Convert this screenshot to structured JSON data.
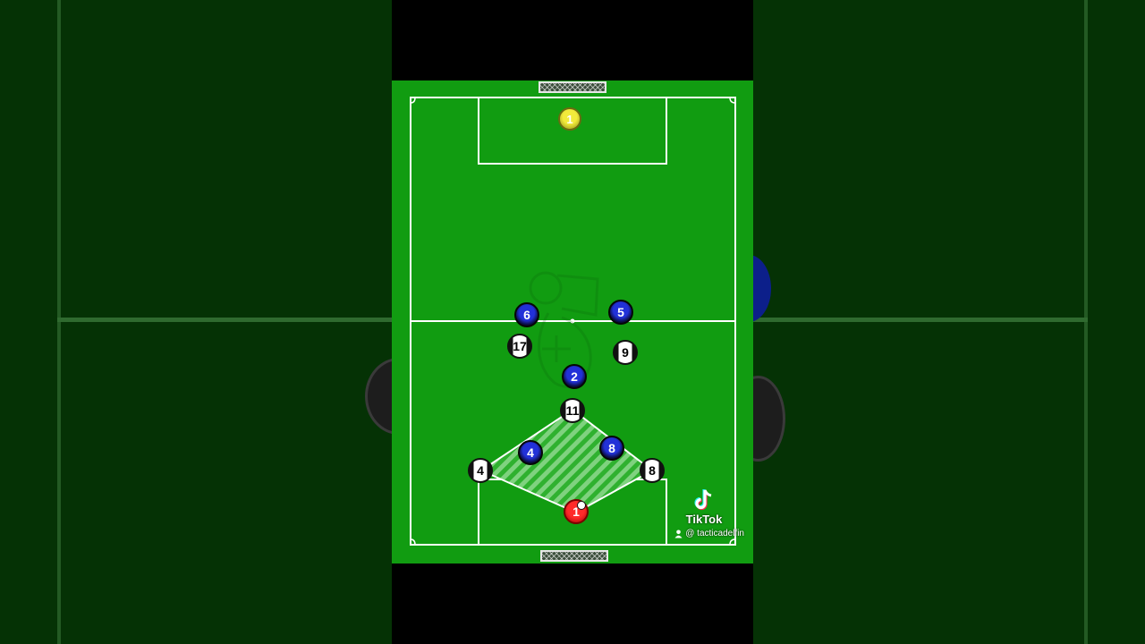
{
  "screen": {
    "left_bg_color": "#053205",
    "right_bg_color": "#053205",
    "letterbox_color": "#000000"
  },
  "field": {
    "color": "#119c11",
    "line_color": "#ffffff"
  },
  "players": {
    "gk_top": {
      "number": "1",
      "team": "yellow"
    },
    "blue_6": {
      "number": "6",
      "team": "blue"
    },
    "blue_5": {
      "number": "5",
      "team": "blue"
    },
    "white_17": {
      "number": "17",
      "team": "white"
    },
    "white_9": {
      "number": "9",
      "team": "white"
    },
    "blue_2": {
      "number": "2",
      "team": "blue"
    },
    "white_11": {
      "number": "11",
      "team": "white"
    },
    "blue_4": {
      "number": "4",
      "team": "blue"
    },
    "blue_8": {
      "number": "8",
      "team": "blue"
    },
    "white_4": {
      "number": "4",
      "team": "white"
    },
    "white_8": {
      "number": "8",
      "team": "white"
    },
    "gk_bottom": {
      "number": "1",
      "team": "red"
    }
  },
  "icons": {
    "ball": "soccer-ball-icon",
    "tiktok_logo": "tiktok-logo-icon",
    "user": "user-icon",
    "watermark": "team-crest-watermark"
  },
  "watermark": {
    "brand": "TikTok",
    "username": "@ tacticadelfin"
  }
}
